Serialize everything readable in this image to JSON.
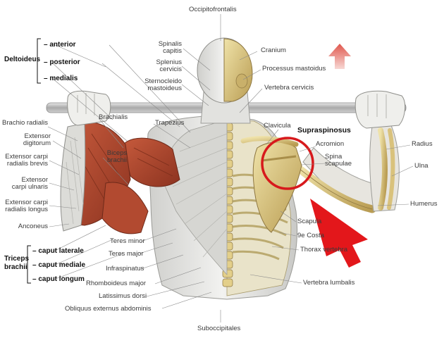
{
  "labels": {
    "top": "Occipitofrontalis",
    "bottom": "Suboccipitales",
    "left_col": [
      "Brachio radialis",
      "Extensor digitorum",
      "Extensor carpi radialis brevis",
      "Extensor carpi ulnaris",
      "Extensor carpi radialis longus",
      "Anconeus"
    ],
    "upper_mid": [
      "Spinalis capitis",
      "Splenius cervicis",
      "Sternocleido mastoideus"
    ],
    "arm_mid": [
      "Brachialis",
      "Biceps brachii",
      "Trapezius"
    ],
    "right_upper": [
      "Cranium",
      "Processus mastoidus",
      "Vertebra cervicis"
    ],
    "shoulder": [
      "Clavicula",
      "Acromion",
      "Spina scapulae"
    ],
    "right_col": [
      "Radius",
      "Ulna",
      "Humerus"
    ],
    "lower_left": [
      "Teres minor",
      "Teres major",
      "Infraspinatus",
      "Rhomboideus major",
      "Latissimus dorsi",
      "Obliquus externus abdominis"
    ],
    "lower_right": [
      "Scapula",
      "9e Costa",
      "Thorax vertebra",
      "Vertebra lumbalis"
    ],
    "highlight": "Supraspinosus"
  },
  "deltoideus": {
    "name": "Deltoideus",
    "parts": [
      "anterior",
      "posterior",
      "medialis"
    ]
  },
  "triceps": {
    "name": "Triceps brachii",
    "name_lines": [
      "Triceps",
      "brachii"
    ],
    "parts": [
      "caput laterale",
      "caput mediale",
      "caput longum"
    ]
  },
  "colors": {
    "circle": "#d7191c",
    "pointer": "#e3171b",
    "arrow_up": "#e0574d",
    "muscle": "#b3492f",
    "bone": "#dcc888",
    "skin": "#e6e6e4"
  }
}
